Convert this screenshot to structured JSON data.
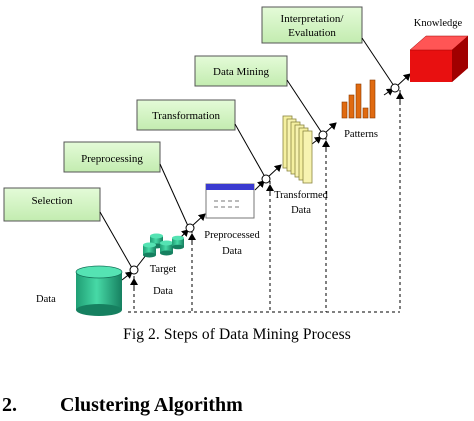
{
  "figure": {
    "steps": [
      {
        "line1": "Selection",
        "line2": ""
      },
      {
        "line1": "Preprocessing",
        "line2": ""
      },
      {
        "line1": "Transformation",
        "line2": ""
      },
      {
        "line1": "Data Mining",
        "line2": ""
      },
      {
        "line1": "Interpretation/",
        "line2": "Evaluation"
      }
    ],
    "items": {
      "data": "Data",
      "target_line1": "Target",
      "target_line2": "Data",
      "preprocessed_line1": "Preprocessed",
      "preprocessed_line2": "Data",
      "transformed_line1": "Transformed",
      "transformed_line2": "Data",
      "patterns": "Patterns",
      "knowledge": "Knowledge"
    },
    "colors": {
      "step_box_fill": "#d6f5c8",
      "cylinder_fill": "#2fbf8f",
      "transformed_fill": "#f5f0a0",
      "patterns_fill": "#e06a10",
      "knowledge_fill": "#e81010"
    }
  },
  "caption": "Fig 2. Steps of Data Mining Process",
  "section": {
    "number": "2.",
    "title": "Clustering Algorithm"
  }
}
